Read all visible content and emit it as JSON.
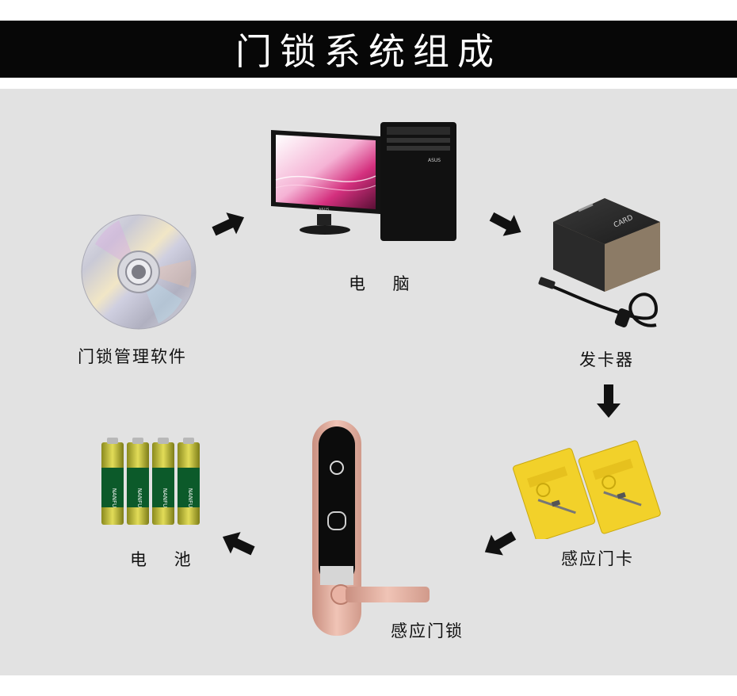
{
  "header": {
    "title": "门锁系统组成"
  },
  "components": {
    "software": {
      "label": "门锁管理软件",
      "icon": "cd-disc-icon"
    },
    "computer": {
      "label": "电 脑",
      "icon": "desktop-computer-icon",
      "monitor_brand": "ASUS"
    },
    "card_issuer": {
      "label": "发卡器",
      "icon": "card-encoder-icon",
      "device_text": "CARD"
    },
    "rfid_card": {
      "label": "感应门卡",
      "icon": "rfid-card-icon"
    },
    "door_lock": {
      "label": "感应门锁",
      "icon": "smart-door-lock-icon"
    },
    "battery": {
      "label": "电 池",
      "icon": "aa-battery-icon",
      "brand": "NANFU"
    }
  },
  "colors": {
    "banner": "#070707",
    "panel": "#e2e2e2",
    "arrow": "#111111",
    "lock_body": "#e2b3a6",
    "card": "#f2d12a",
    "battery": "#c9c23a"
  }
}
